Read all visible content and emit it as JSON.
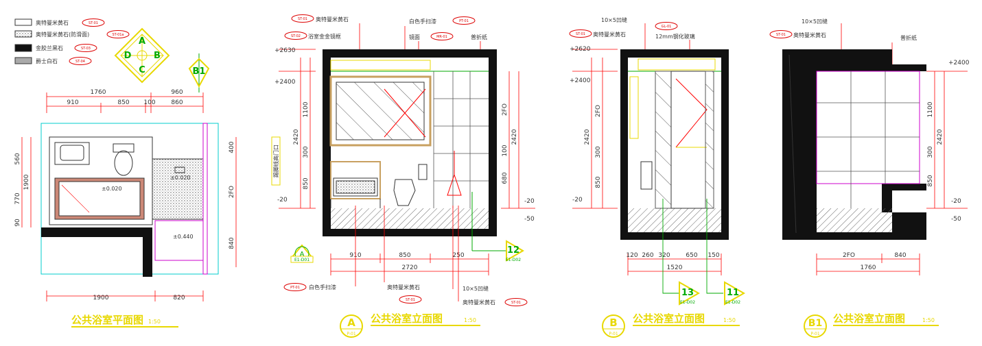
{
  "legend": [
    {
      "text": "奥特曼米黄石",
      "tag": "ST-01",
      "kind": "empty"
    },
    {
      "text": "奥特曼米黄石(防滑面)",
      "tag": "ST-01a",
      "kind": "dots"
    },
    {
      "text": "金胶兰黑石",
      "tag": "ST-03",
      "kind": "black"
    },
    {
      "text": "爵士白石",
      "tag": "ST-04",
      "kind": "gray"
    }
  ],
  "compass": {
    "top": "A",
    "left": "D",
    "right": "B",
    "bottom": "C"
  },
  "b1_marker": "B1",
  "plan": {
    "dims_top1": [
      "1760",
      "960"
    ],
    "dims_top2": [
      "910",
      "850",
      "100",
      "860"
    ],
    "dims_left": [
      "560",
      "1900",
      "770",
      "90"
    ],
    "dims_right": [
      "400",
      "2FO",
      "840"
    ],
    "dims_bottom": [
      "1900",
      "820"
    ],
    "notes": [
      "±0.020",
      "±0.020",
      "±0.440"
    ],
    "title": "公共浴室平面图",
    "scale": "1:50"
  },
  "elevA": {
    "labels_top": [
      {
        "tag": "ST-01",
        "text": "奥特曼米黄石"
      },
      {
        "tag": "ST-02",
        "text": "浴室金金镜框"
      },
      {
        "tag": "PT-01",
        "text": "白色手扫漆"
      },
      {
        "tag": "MR-01",
        "text": "镜面"
      },
      {
        "tag": "",
        "text": "普折纸"
      }
    ],
    "levels_left": [
      "+2630",
      "+2400",
      "-20"
    ],
    "levels_right": [
      "-20",
      "-50"
    ],
    "dims_left": [
      "2420",
      "1100",
      "300",
      "850"
    ],
    "dims_right": [
      "2FO",
      "2420",
      "100",
      "680"
    ],
    "side_text": "踢脚线高门口",
    "dims_bottom": [
      "910",
      "850",
      "250",
      "2720"
    ],
    "callouts": [
      {
        "tag": "PT-01",
        "text": "白色手扫漆"
      },
      {
        "tag": "ST-01",
        "text": "奥特曼米黄石"
      },
      {
        "tag": "",
        "text": "10×5凹缝"
      },
      {
        "tag": "ST-01",
        "text": "奥特曼米黄石"
      }
    ],
    "mark_a": {
      "letter": "A",
      "sheet": "E1-D01"
    },
    "mark_12": {
      "num": "12",
      "sheet": "E1-D02"
    },
    "badge": {
      "letter": "A",
      "sheet": "P-01"
    },
    "title": "公共浴室立面图",
    "scale": "1:50"
  },
  "elevB": {
    "labels_top": [
      {
        "tag": "",
        "text": "10×5凹缝"
      },
      {
        "tag": "ST-01",
        "text": "奥特曼米黄石"
      },
      {
        "tag": "GL-01",
        "text": "12mm钢化玻璃"
      }
    ],
    "levels_left": [
      "+2620",
      "+2400",
      "-20"
    ],
    "dims_left": [
      "2420",
      "2FO",
      "300",
      "850"
    ],
    "dims_bottom": [
      "120",
      "260",
      "320",
      "650",
      "150",
      "1520"
    ],
    "mark_13": {
      "num": "13",
      "sheet": "E1-D02"
    },
    "mark_11": {
      "num": "11",
      "sheet": "E1-D02"
    },
    "badge": {
      "letter": "B",
      "sheet": "P-01"
    },
    "title": "公共浴室立面图",
    "scale": "1:50"
  },
  "elevB1": {
    "labels_top": [
      {
        "tag": "",
        "text": "10×5凹缝"
      },
      {
        "tag": "ST-01",
        "text": "奥特曼米黄石"
      },
      {
        "tag": "",
        "text": "普折纸"
      }
    ],
    "levels_right": [
      "+2400",
      "-20",
      "-50"
    ],
    "dims_right": [
      "1100",
      "2420",
      "300",
      "850"
    ],
    "dims_bottom": [
      "2FO",
      "840",
      "1760"
    ],
    "badge": {
      "letter": "B1",
      "sheet": "P-01"
    },
    "title": "公共浴室立面图",
    "scale": "1:50"
  },
  "colors": {
    "wall": "#000000",
    "dim": "#ff0000",
    "aux": "#00cccc",
    "title": "#e8d800",
    "green": "#00aa00",
    "mag": "#cc00cc"
  }
}
